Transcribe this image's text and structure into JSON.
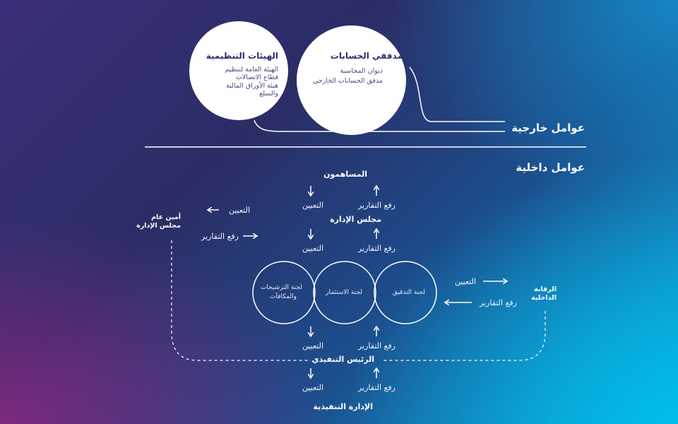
{
  "external": {
    "heading": "عوامل خارجية",
    "auditors": {
      "title": "مدققي الحسابات",
      "lines": [
        "ديوان المحاسبة",
        "مدقق الحسابات الخارجي"
      ]
    },
    "regulators": {
      "title": "الهيئات التنظيمية",
      "lines": [
        "الهيئة العامة لتنظيم",
        "قطاع الاتصالات",
        "هيئة الأوراق المالية",
        "والسلع"
      ]
    }
  },
  "internal": {
    "heading": "عوامل داخلية",
    "shareholders": "المساهمون",
    "board": "مجلس الإدارة",
    "ceo": "الرئيس التنفيذي",
    "management": "الإدارة التنفيذية",
    "secretary": [
      "أمين عام",
      "مجلس الإدارة"
    ],
    "internal_audit": [
      "الرقابة",
      "الداخلية"
    ],
    "committees": {
      "audit": "لجنة التدقيق",
      "investment": "لجنة الاستثمار",
      "nominations": [
        "لجنة الترشيحات",
        "والمكافآت"
      ]
    },
    "appoint": "التعيين",
    "report": "رفع التقارير"
  }
}
